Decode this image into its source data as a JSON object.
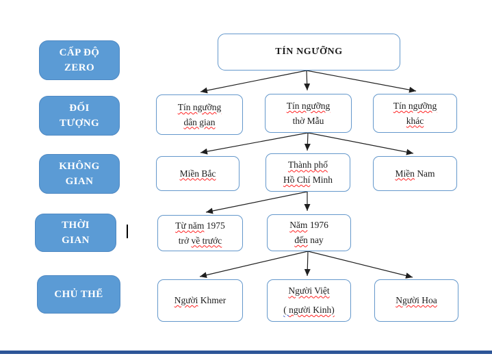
{
  "colors": {
    "sidebar_fill": "#5B9BD5",
    "sidebar_border": "#4E88C2",
    "node_border": "#6397CB",
    "arrow": "#1f1f1f",
    "squiggle_red": "#ff2020",
    "squiggle_blue": "#3355cc",
    "footer_bar": "#2D5597"
  },
  "sidebar": {
    "items": [
      {
        "line1": "CẤP ĐỘ",
        "line2": "ZERO"
      },
      {
        "line1": "ĐỐI",
        "line2": "TƯỢNG"
      },
      {
        "line1": "KHÔNG",
        "line2": "GIAN"
      },
      {
        "line1": "THỜI",
        "line2": "GIAN"
      },
      {
        "line1": "CHỦ THỂ",
        "line2": ""
      }
    ]
  },
  "tree": {
    "root": {
      "text": "TÍN NGƯỠNG"
    },
    "level2": [
      {
        "l1": [
          {
            "t": "Tín ngưỡng",
            "u": "red"
          }
        ],
        "l2": [
          {
            "t": "dân gian",
            "u": "red"
          }
        ]
      },
      {
        "l1": [
          {
            "t": "Tín ngưỡng",
            "u": "red"
          }
        ],
        "l2": [
          {
            "t": "thờ Mẫu",
            "u": ""
          }
        ]
      },
      {
        "l1": [
          {
            "t": "Tín ngưỡng",
            "u": "red"
          }
        ],
        "l2": [
          {
            "t": "khác",
            "u": "red"
          }
        ]
      }
    ],
    "level3": [
      {
        "l1": [
          {
            "t": "Miền Bắc",
            "u": "red"
          }
        ]
      },
      {
        "l1": [
          {
            "t": "Thành phố",
            "u": "red"
          }
        ],
        "l2": [
          {
            "t": "Hồ Chí",
            "u": "red"
          },
          {
            "t": " Minh",
            "u": ""
          }
        ]
      },
      {
        "l1": [
          {
            "t": "Miền",
            "u": "red"
          },
          {
            "t": " Nam",
            "u": ""
          }
        ]
      }
    ],
    "level4": [
      {
        "l1": [
          {
            "t": "Từ năm",
            "u": "red"
          },
          {
            "t": " 1975",
            "u": ""
          }
        ],
        "l2": [
          {
            "t": "trở ",
            "u": ""
          },
          {
            "t": "về trước",
            "u": "red"
          }
        ]
      },
      {
        "l1": [
          {
            "t": "Năm",
            "u": "red"
          },
          {
            "t": " 1976",
            "u": ""
          }
        ],
        "l2": [
          {
            "t": "đến",
            "u": "red"
          },
          {
            "t": " nay",
            "u": ""
          }
        ]
      }
    ],
    "level5": [
      {
        "l1": [
          {
            "t": "Người",
            "u": "red"
          },
          {
            "t": " Khmer",
            "u": ""
          }
        ]
      },
      {
        "l1": [
          {
            "t": "Người Việt",
            "u": "red"
          }
        ],
        "l2": [
          {
            "t": "( ",
            "u": "blue"
          },
          {
            "t": "người Kinh)",
            "u": "red"
          }
        ]
      },
      {
        "l1": [
          {
            "t": "Người Hoa",
            "u": "red"
          }
        ]
      }
    ]
  }
}
